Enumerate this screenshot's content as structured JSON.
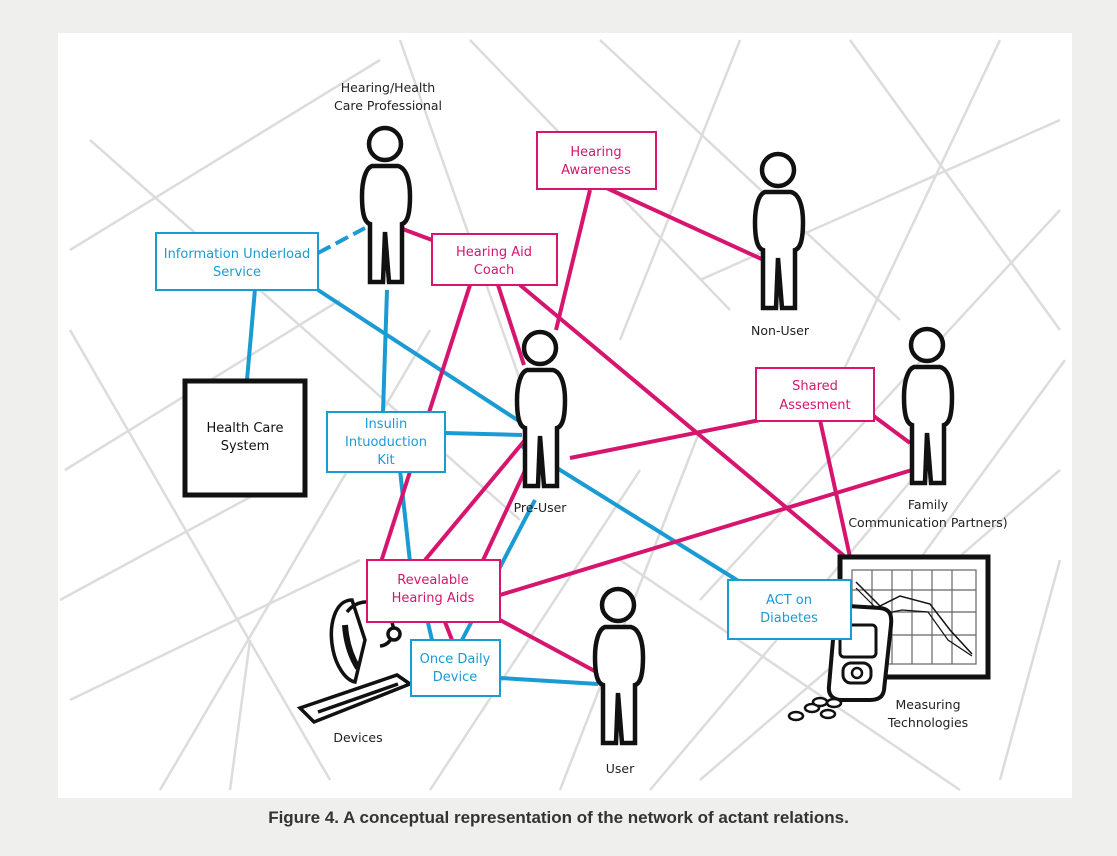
{
  "caption": "Figure 4. A conceptual representation of the network of actant relations.",
  "colors": {
    "pink": "#d6156f",
    "blue": "#1a9bd3",
    "grey_line": "#dcdcdc",
    "ink": "#111111"
  },
  "actors": {
    "professional": [
      "Hearing/Health",
      "Care Professional"
    ],
    "non_user": "Non-User",
    "pre_user": "Pre-User",
    "family": [
      "Family",
      "Communication Partners)"
    ],
    "user": "User",
    "devices": "Devices",
    "measuring": [
      "Measuring",
      "Technologies"
    ]
  },
  "nodes": {
    "hearing_awareness": [
      "Hearing",
      "Awareness"
    ],
    "information_underload": [
      "Information Underload",
      "Service"
    ],
    "hearing_aid_coach": [
      "Hearing Aid",
      "Coach"
    ],
    "health_care_system": [
      "Health Care",
      "System"
    ],
    "insulin_kit": [
      "Insulin",
      "Intuoduction",
      "Kit"
    ],
    "shared_assesment": [
      "Shared",
      "Assesment"
    ],
    "revealable_aids": [
      "Revealable",
      "Hearing Aids"
    ],
    "act_diabetes": [
      "ACT on",
      "Diabetes"
    ],
    "once_daily": [
      "Once Daily",
      "Device"
    ]
  }
}
